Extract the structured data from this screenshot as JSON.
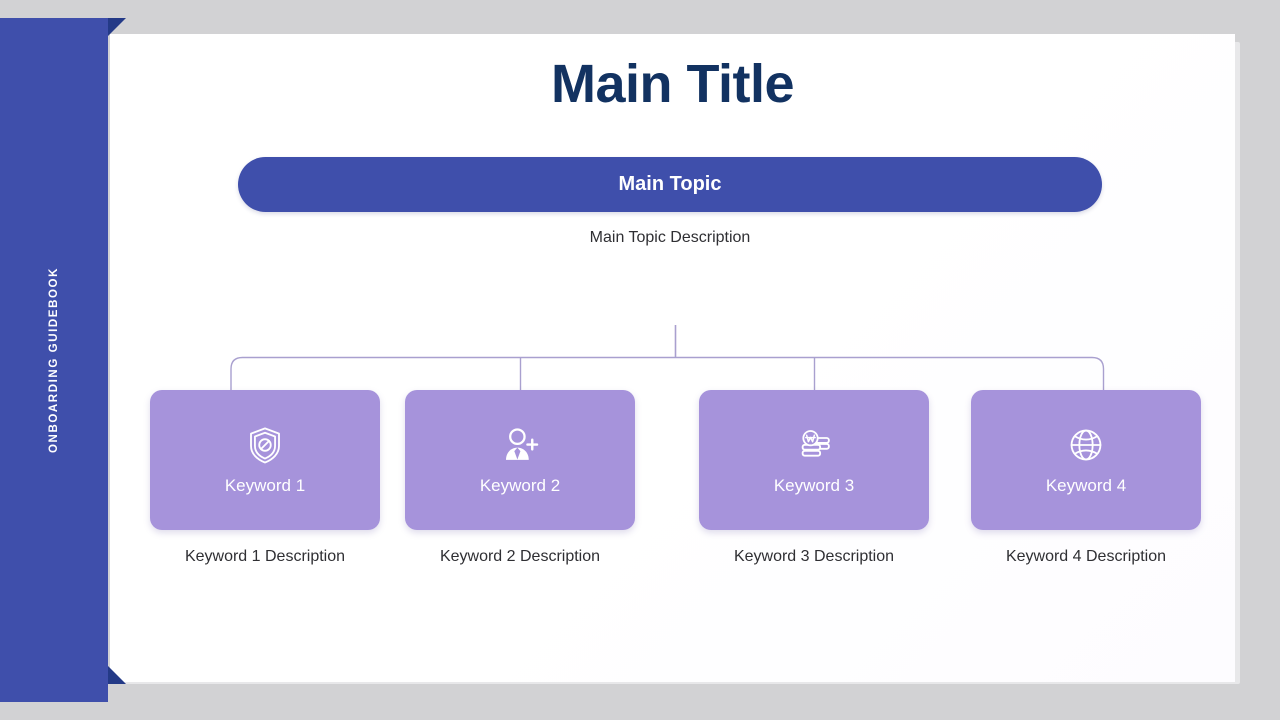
{
  "sidebar": {
    "label": "ONBOARDING GUIDEBOOK",
    "color": "#3f4fab",
    "fold_color": "#243a87"
  },
  "slide": {
    "background": "#ffffff",
    "canvas_background": "#d2d2d4"
  },
  "header": {
    "title": "Main Title",
    "title_color": "#123261"
  },
  "topic": {
    "label": "Main Topic",
    "description": "Main Topic Description",
    "pill_color": "#3f4fab",
    "pill_text_color": "#ffffff"
  },
  "diagram": {
    "type": "org-tree",
    "connector_color": "#a9a0cf",
    "card_color": "#a693db",
    "card_text_color": "#ffffff",
    "cards": [
      {
        "label": "Keyword 1",
        "description": "Keyword 1 Description",
        "icon": "shield-prohibited-icon"
      },
      {
        "label": "Keyword 2",
        "description": "Keyword 2 Description",
        "icon": "add-person-icon"
      },
      {
        "label": "Keyword 3",
        "description": "Keyword 3 Description",
        "icon": "won-coins-icon"
      },
      {
        "label": "Keyword 4",
        "description": "Keyword 4 Description",
        "icon": "globe-icon"
      }
    ]
  }
}
